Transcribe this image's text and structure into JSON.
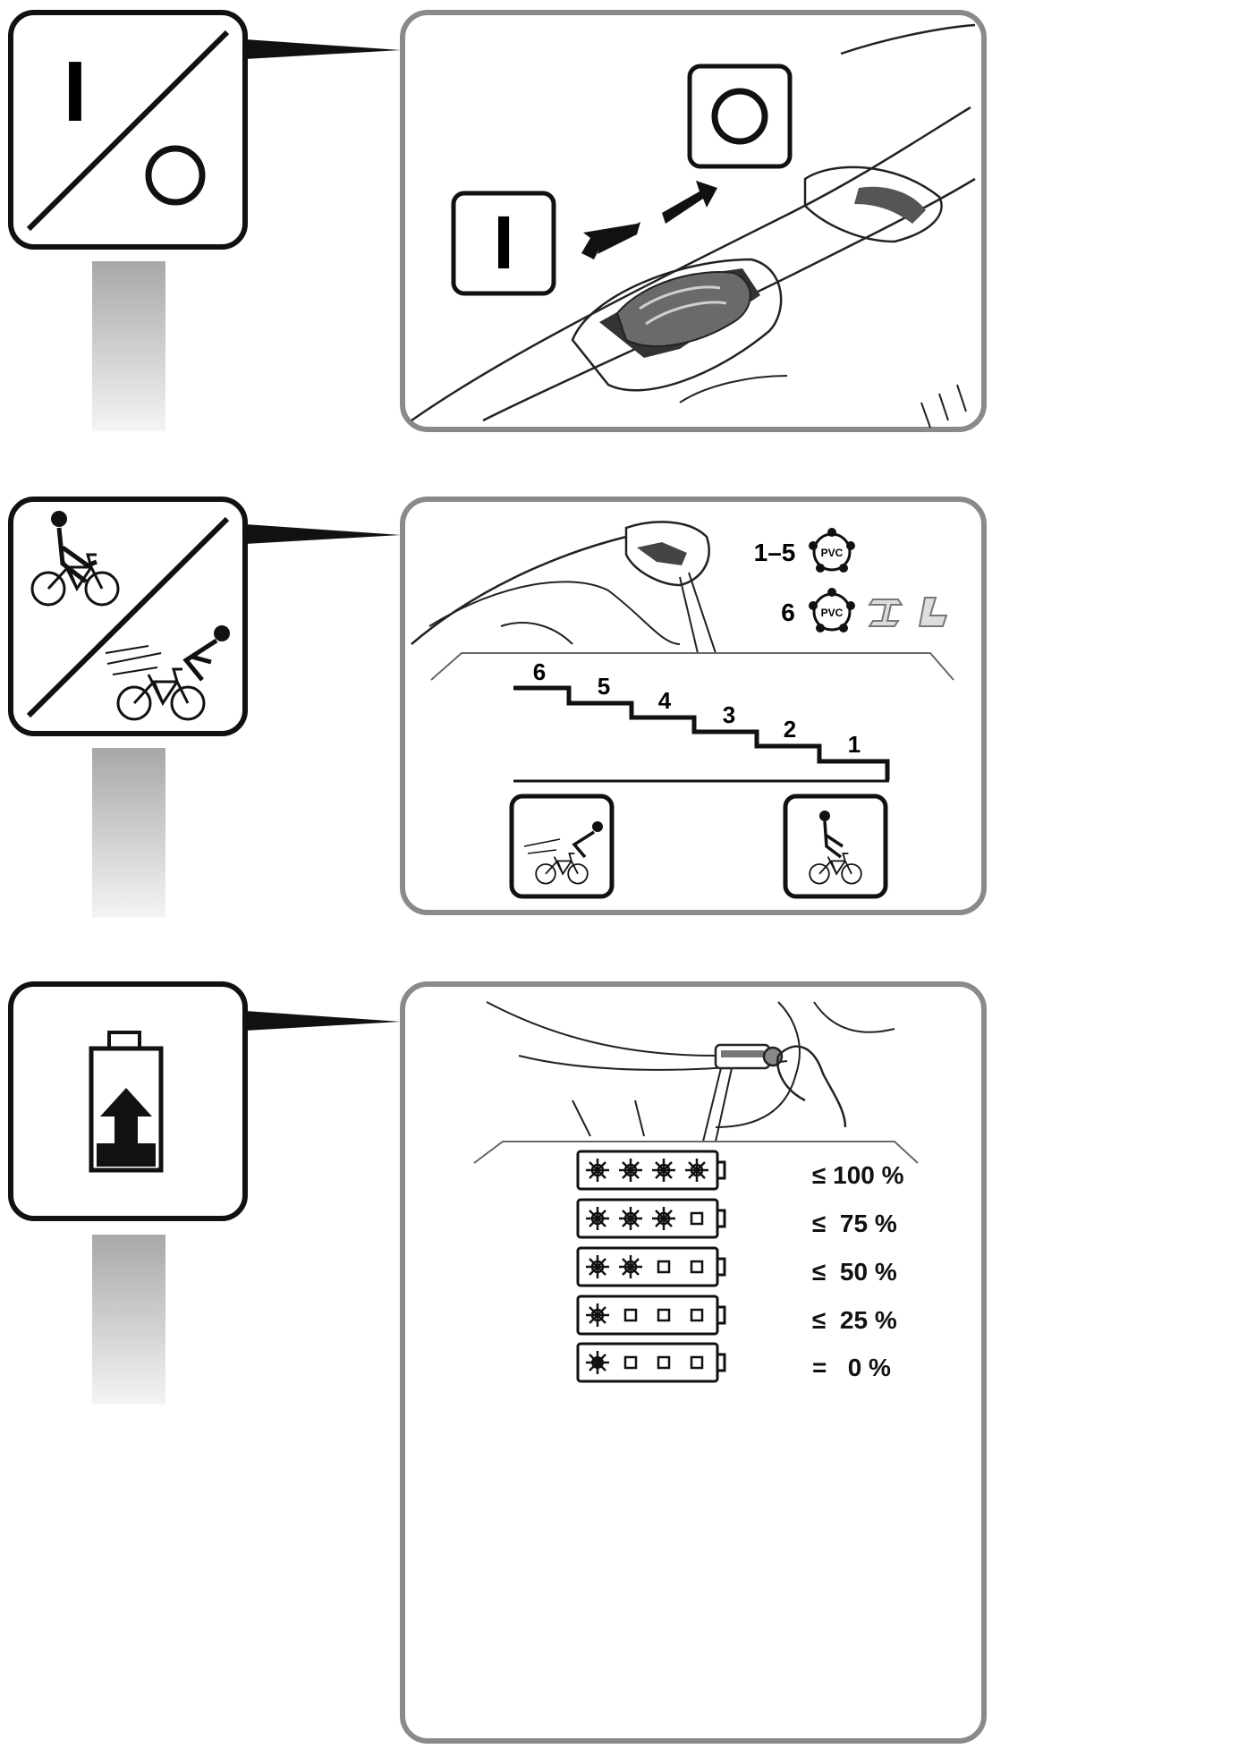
{
  "switch_section": {
    "on_symbol": "I",
    "off_symbol": "O"
  },
  "assist_section": {
    "range_low_label": "1–5",
    "range_high_label": "6",
    "material_badge": "PVC",
    "steps": [
      "6",
      "5",
      "4",
      "3",
      "2",
      "1"
    ]
  },
  "battery_section": {
    "levels": [
      {
        "label": "≤ 100 %",
        "lit": 4
      },
      {
        "label": "≤  75 %",
        "lit": 3
      },
      {
        "label": "≤  50 %",
        "lit": 2
      },
      {
        "label": "≤  25 %",
        "lit": 1
      },
      {
        "label": "=   0 %",
        "lit": 1,
        "blinking": true
      }
    ]
  },
  "colors": {
    "panel_border": "#8a8a8a",
    "icon_border": "#111111",
    "stem_gradient_top": "#a8a8a8",
    "stem_gradient_bottom": "#f2f2f2"
  },
  "icons": [
    "power-switch-icon",
    "speed-level-icon",
    "battery-charge-icon",
    "pvc-material-icon",
    "steel-beam-icon",
    "steel-angle-icon"
  ]
}
